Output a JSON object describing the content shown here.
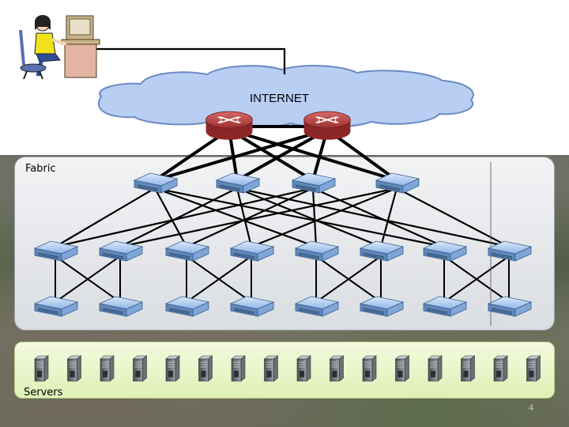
{
  "labels": {
    "internet": "INTERNET",
    "fabric": "Fabric",
    "servers": "Servers",
    "page_number": "4"
  },
  "colors": {
    "cloud_fill": "#b8cef2",
    "cloud_stroke": "#6c8ac4",
    "router": "#b33a3a",
    "switch": "#8fb5e6",
    "fabric_panel": "#e6e8eb",
    "servers_panel": "#eaf6c9",
    "link": "#000000"
  },
  "topology": {
    "routers": 2,
    "spine_switches": 4,
    "aggregation_switches": 8,
    "edge_switches": 8,
    "servers": 16
  },
  "icons": {
    "user": "person-at-computer-icon",
    "router": "router-icon",
    "switch": "network-switch-icon",
    "server": "server-tower-icon",
    "cloud": "cloud-icon"
  }
}
